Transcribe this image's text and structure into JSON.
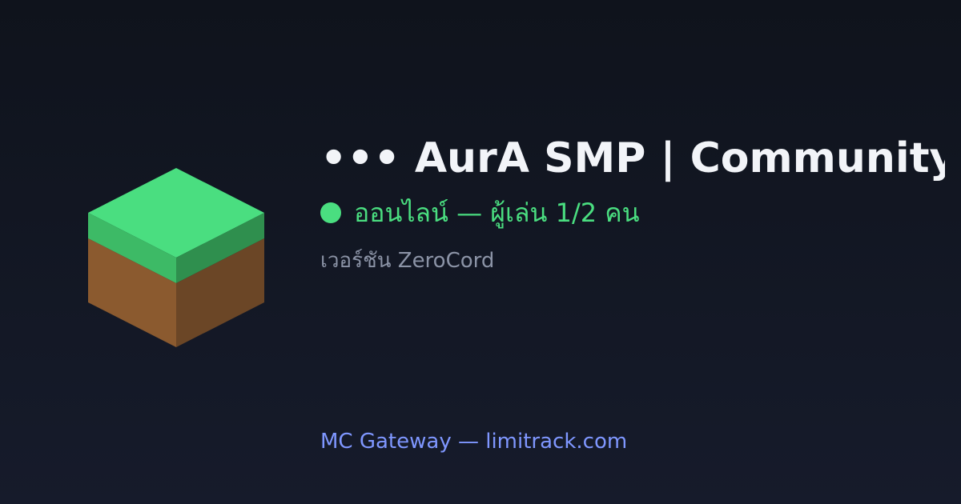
{
  "server": {
    "title": "••• AurA SMP | Community…",
    "status_text": "ออนไลน์ — ผู้เล่น 1/2 คน",
    "version_text": "เวอร์ชัน ZeroCord"
  },
  "footer": {
    "link_text": "MC Gateway — limitrack.com"
  },
  "icon": {
    "name": "grass-block-icon"
  },
  "colors": {
    "status_online": "#4ade80",
    "grass_top": "#4ade80",
    "grass_left": "#3dba66",
    "grass_right": "#2f8f4e",
    "dirt_left": "#8b5a2f",
    "dirt_right": "#6b4626",
    "link": "#7f97ff"
  }
}
